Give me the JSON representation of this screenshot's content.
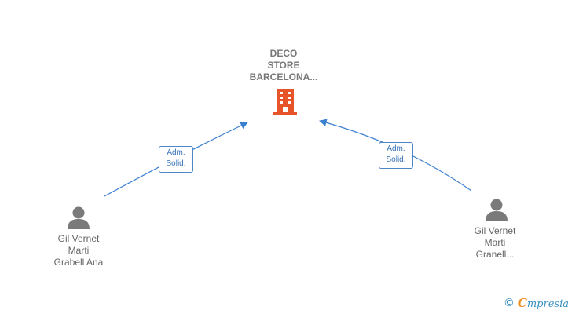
{
  "company": {
    "name_lines": [
      "DECO",
      "STORE",
      "BARCELONA..."
    ],
    "icon": "building-icon",
    "icon_color": "#e8542a"
  },
  "people": [
    {
      "name_lines": [
        "Gil Vernet",
        "Marti",
        "Grabell Ana"
      ],
      "icon": "person-icon"
    },
    {
      "name_lines": [
        "Gil Vernet",
        "Marti",
        "Granell..."
      ],
      "icon": "person-icon"
    }
  ],
  "relations": [
    {
      "from": "person-1",
      "to": "company",
      "role_lines": [
        "Adm.",
        "Solid."
      ]
    },
    {
      "from": "person-2",
      "to": "company",
      "role_lines": [
        "Adm.",
        "Solid."
      ]
    }
  ],
  "colors": {
    "edge": "#3a7fd0",
    "text": "#666666",
    "person_icon": "#7a7a7a"
  },
  "watermark": {
    "copyright_icon": "copyright-icon",
    "brand_initial": "C",
    "brand_rest": "mpresia"
  }
}
